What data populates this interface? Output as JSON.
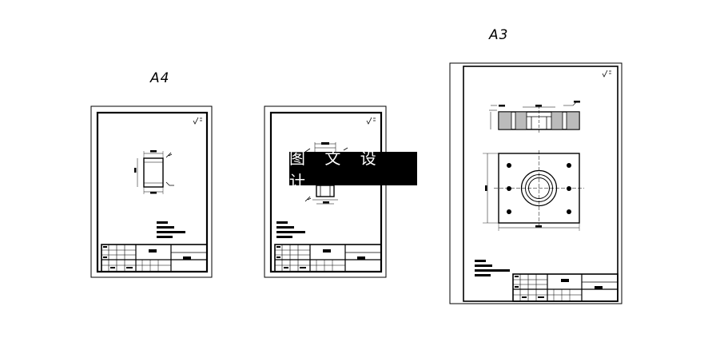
{
  "sheets": [
    {
      "id": "a4-left",
      "size_label": "A4"
    },
    {
      "id": "a4-middle",
      "size_label": ""
    },
    {
      "id": "a3-right",
      "size_label": "A3"
    }
  ],
  "watermark": {
    "text": "图 文 设 计"
  }
}
